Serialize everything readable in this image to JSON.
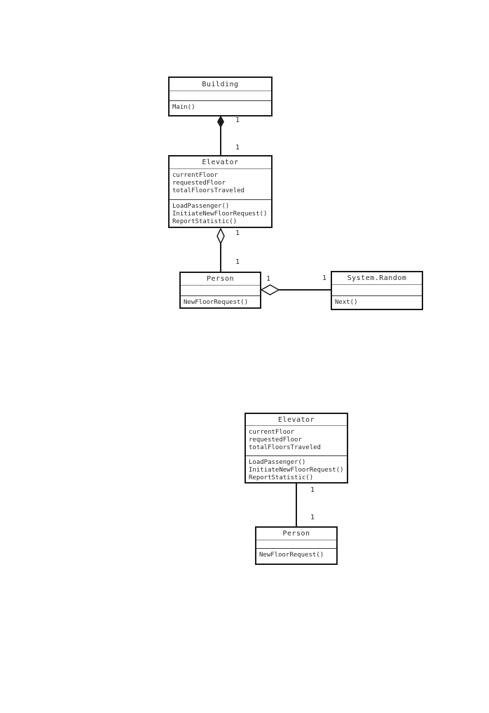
{
  "colors": {
    "line": "#1b1b1b",
    "title_separator": "#8a8a8a",
    "box_fill": "#ffffff",
    "text": "#2a2a2a"
  },
  "diagram1": {
    "classes": {
      "building": {
        "name": "Building",
        "attributes": [],
        "methods": [
          "Main()"
        ]
      },
      "elevator": {
        "name": "Elevator",
        "attributes": [
          "currentFloor",
          "requestedFloor",
          "totalFloorsTraveled"
        ],
        "methods": [
          "LoadPassenger()",
          "InitiateNewFloorRequest()",
          "ReportStatistic()"
        ]
      },
      "person": {
        "name": "Person",
        "attributes": [],
        "methods": [
          "NewFloorRequest()"
        ]
      },
      "system_random": {
        "name": "System.Random",
        "attributes": [],
        "methods": [
          "Next()"
        ]
      }
    },
    "relationships": [
      {
        "from": "Building",
        "to": "Elevator",
        "type": "composition",
        "from_multiplicity": "1",
        "to_multiplicity": "1"
      },
      {
        "from": "Elevator",
        "to": "Person",
        "type": "aggregation",
        "from_multiplicity": "1",
        "to_multiplicity": "1"
      },
      {
        "from": "Person",
        "to": "System.Random",
        "type": "aggregation",
        "from_multiplicity": "1",
        "to_multiplicity": "1"
      }
    ]
  },
  "diagram2": {
    "classes": {
      "elevator": {
        "name": "Elevator",
        "attributes": [
          "currentFloor",
          "requestedFloor",
          "totalFloorsTraveled"
        ],
        "methods": [
          "LoadPassenger()",
          "InitiateNewFloorRequest()",
          "ReportStatistic()"
        ]
      },
      "person": {
        "name": "Person",
        "attributes": [],
        "methods": [
          "NewFloorRequest()"
        ]
      }
    },
    "relationships": [
      {
        "from": "Elevator",
        "to": "Person",
        "type": "association",
        "from_multiplicity": "1",
        "to_multiplicity": "1"
      }
    ]
  }
}
